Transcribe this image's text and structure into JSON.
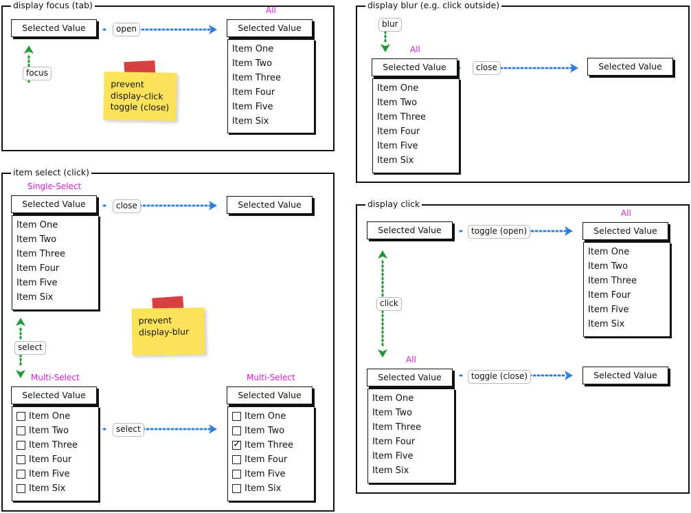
{
  "colors": {
    "magenta": "#e01bd8",
    "blue_arrow": "#2f7de1",
    "green_arrow": "#1e9a32",
    "note": "#fde35a",
    "tape": "#d94040"
  },
  "panels": {
    "focus": {
      "title": "display focus (tab)",
      "select_left": "Selected Value",
      "edge_open": "open",
      "select_right": "Selected Value",
      "label_all": "All",
      "list_items": [
        "Item One",
        "Item Two",
        "Item Three",
        "Item Four",
        "Item Five",
        "Item Six"
      ],
      "edge_focus": "focus",
      "note": [
        "prevent",
        "display-click",
        "toggle (close)"
      ]
    },
    "blur": {
      "title": "display blur (e.g. click outside)",
      "edge_blur": "blur",
      "label_all": "All",
      "select_left": "Selected Value",
      "list_items": [
        "Item One",
        "Item Two",
        "Item Three",
        "Item Four",
        "Item Five",
        "Item Six"
      ],
      "edge_close": "close",
      "select_right": "Selected Value"
    },
    "item_select": {
      "title": "item select (click)",
      "label_single": "Single-Select",
      "single_select_left": "Selected Value",
      "single_list_items": [
        "Item One",
        "Item Two",
        "Item Three",
        "Item Four",
        "Item Five",
        "Item Six"
      ],
      "edge_close": "close",
      "single_select_right": "Selected Value",
      "edge_select_vertical": "select",
      "note": [
        "prevent",
        "display-blur"
      ],
      "label_multi_left": "Multi-Select",
      "multi_select_left": "Selected Value",
      "multi_left_items": [
        {
          "label": "Item One",
          "checked": false
        },
        {
          "label": "Item Two",
          "checked": false
        },
        {
          "label": "Item Three",
          "checked": false
        },
        {
          "label": "Item Four",
          "checked": false
        },
        {
          "label": "Item Five",
          "checked": false
        },
        {
          "label": "Item Six",
          "checked": false
        }
      ],
      "edge_select_horizontal": "select",
      "label_multi_right": "Multi-Select",
      "multi_select_right": "Selected Value",
      "multi_right_items": [
        {
          "label": "Item One",
          "checked": false
        },
        {
          "label": "Item Two",
          "checked": false
        },
        {
          "label": "Item Three",
          "checked": true
        },
        {
          "label": "Item Four",
          "checked": false
        },
        {
          "label": "Item Five",
          "checked": false
        },
        {
          "label": "Item Six",
          "checked": false
        }
      ]
    },
    "click": {
      "title": "display click",
      "select_top_left": "Selected Value",
      "edge_toggle_open": "toggle (open)",
      "label_all_top": "All",
      "select_top_right": "Selected Value",
      "top_list_items": [
        "Item One",
        "Item Two",
        "Item Three",
        "Item Four",
        "Item Five",
        "Item Six"
      ],
      "edge_click": "click",
      "label_all_bottom": "All",
      "select_bottom_left": "Selected Value",
      "bottom_list_items": [
        "Item One",
        "Item Two",
        "Item Three",
        "Item Four",
        "Item Five",
        "Item Six"
      ],
      "edge_toggle_close": "toggle (close)",
      "select_bottom_right": "Selected Value"
    }
  }
}
